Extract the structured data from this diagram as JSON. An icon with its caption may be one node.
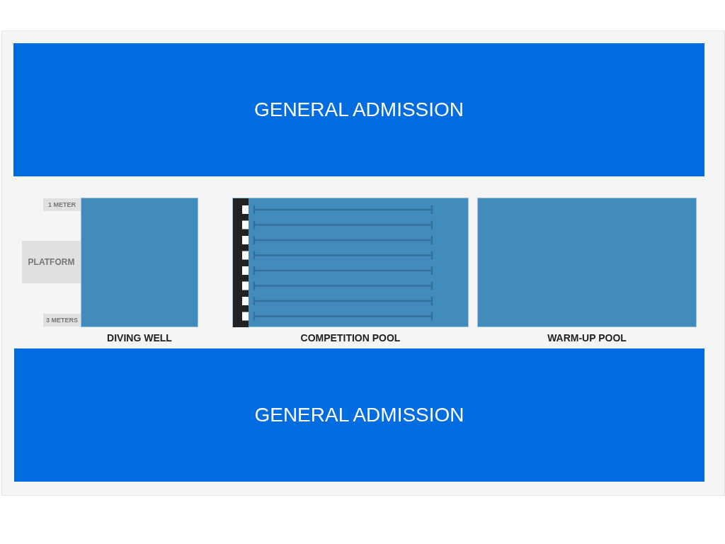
{
  "diagram": {
    "nodes": [
      {
        "text": [
          "GENERAL ADMISSION"
        ]
      },
      {
        "text": [
          "1 METER"
        ]
      },
      {
        "text": [
          "PLATFORM"
        ]
      },
      {
        "text": [
          "3 METERS"
        ]
      },
      {
        "text": [
          "DIVING WELL"
        ]
      },
      {
        "text": [
          "COMPETITION POOL"
        ]
      },
      {
        "text": [
          "WARM-UP POOL"
        ]
      },
      {
        "text": [
          "GENERAL ADMISSION"
        ]
      }
    ],
    "edges": []
  }
}
